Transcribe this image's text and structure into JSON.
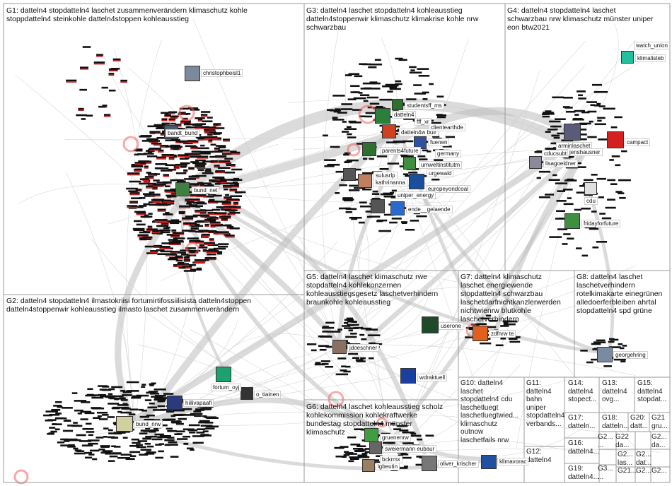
{
  "groups": [
    {
      "id": "G1",
      "label": "G1: datteln4 stopdatteln4 laschet zusammenverändern klimaschutz kohle\nstoppdatteln4 steinkohle datteln4stoppen kohleausstieg"
    },
    {
      "id": "G2",
      "label": "G2: datteln4 stopdatteln4 ilmastokriisi fortumirtifossiilisista datteln4stoppen\ndatteln4stoppenwir kohleausstieg ilmasto laschet zusammenverändern"
    },
    {
      "id": "G3",
      "label": "G3: datteln4 laschet stopdatteln4 kohleausstieg\ndatteln4stoppenwir klimaschutz klimakrise kohle nrw\nschwarzbau"
    },
    {
      "id": "G4",
      "label": "G4: datteln4 stopdatteln4 laschet\nschwarzbau nrw klimaschutz münster uniper\neon btw2021"
    },
    {
      "id": "G5",
      "label": "G5: datteln4 laschet klimaschutz rwe\nstopdatteln4 kohlekonzernen\nkohleausstiegsgesetz laschetverhindern\nbraunkohle kohleausstieg"
    },
    {
      "id": "G6",
      "label": "G6: datteln4 laschet kohleausstieg scholz\nkohlekommission kohlekraftwerke\nbundestag stopdatteln4 münster\nklimaschutz"
    },
    {
      "id": "G7",
      "label": "G7: datteln4 klimaschutz\nlaschet energiewende\nstopdatteln4 schwarzbau\nlaschetdarfnichtkanzlerwerden\nnichtwienrw blutkohle\nlaschetverhindern"
    },
    {
      "id": "G8",
      "label": "G8: datteln4 laschet\nlaschetverhindern\nrotelkimakarte einegrünen\nalledoerferbleiben ahrtal\nstopdatteln4 spd grüne"
    },
    {
      "id": "G10",
      "label": "G10: datteln4\nlaschet\nstopdatteln4 cdu\nlaschetluegt\nlaschetluegtwied...\nklimaschutz\noutnow\nlaschetfails nrw"
    },
    {
      "id": "G11",
      "label": "G11:\ndatteln4\nbahn\nuniper\nstopdatteln4\nverbands..."
    },
    {
      "id": "G12",
      "label": "G12:\ndatteln4"
    },
    {
      "id": "G13",
      "label": "G13:\ndatteln4\novg..."
    },
    {
      "id": "G14",
      "label": "G14:\ndatteln4\nstopect..."
    },
    {
      "id": "G15",
      "label": "G15:\ndatteln4\nstopdat..."
    },
    {
      "id": "G16",
      "label": "G16:\ndatteln4..."
    },
    {
      "id": "G17",
      "label": "G17:\ndatteln..."
    },
    {
      "id": "G18",
      "label": "G18:\ndatteln..."
    },
    {
      "id": "G19",
      "label": "G19:\ndatteln4..."
    },
    {
      "id": "G20",
      "label": "G20:\ndatt..."
    },
    {
      "id": "G21",
      "label": "G21\ngru..."
    },
    {
      "id": "G22",
      "label": "G2...\n..."
    },
    {
      "id": "G23",
      "label": "G2...\nlas..."
    },
    {
      "id": "G24",
      "label": "G2...\ndat..."
    },
    {
      "id": "G25",
      "label": "G22\nda..."
    },
    {
      "id": "G26",
      "label": "G2...\nda..."
    },
    {
      "id": "G27",
      "label": "G3...\n..."
    },
    {
      "id": "G28",
      "label": "G21..."
    },
    {
      "id": "G29",
      "label": "G2..."
    },
    {
      "id": "G30",
      "label": "G2..."
    }
  ],
  "nodes": [
    {
      "label": "christophbeisl1",
      "color": "#7a8a9a"
    },
    {
      "label": "bandt_bund",
      "color": "#4a5a6a"
    },
    {
      "label": "bund_net",
      "color": "#3f7f3f"
    },
    {
      "label": "studentsff_ms",
      "color": "#2f6f2f"
    },
    {
      "label": "datteln4",
      "color": "#2a7f3a"
    },
    {
      "label": "datteln4w buir",
      "color": "#d04020"
    },
    {
      "label": "fff_xr",
      "color": "#666666"
    },
    {
      "label": "clientearthde",
      "color": "#b8c0b0"
    },
    {
      "label": "fuenen",
      "color": "#3050a0"
    },
    {
      "label": "parents4future",
      "color": "#2f6f2f"
    },
    {
      "label": "germany",
      "color": "#777777"
    },
    {
      "label": "umweltinstitutm",
      "color": "#3f8f3f"
    },
    {
      "label": "kathrinanna",
      "color": "#c08060"
    },
    {
      "label": "sulusrlp",
      "color": "#555555"
    },
    {
      "label": "urgewald",
      "color": "#888888"
    },
    {
      "label": "europeyondcoal",
      "color": "#555555"
    },
    {
      "label": "uniper_energy",
      "color": "#1a4fa0"
    },
    {
      "label": "ende__gelaende",
      "color": "#2a6acf"
    },
    {
      "label": "watch_union",
      "color": "#444444"
    },
    {
      "label": "klimalisteb",
      "color": "#20c0a0"
    },
    {
      "label": "arminlaschet",
      "color": "#5a5a7a"
    },
    {
      "label": "cducsubt",
      "color": "#3a3a5a"
    },
    {
      "label": "jenshausner",
      "color": "#8a7a6a"
    },
    {
      "label": "campact",
      "color": "#d42020"
    },
    {
      "label": "lisagoeldner",
      "color": "#8a8a9a"
    },
    {
      "label": "cdu",
      "color": "#e0e0e0"
    },
    {
      "label": "fridayforfuture",
      "color": "#3f8f3f"
    },
    {
      "label": "jdoeschner",
      "color": "#8a7060"
    },
    {
      "label": "wdraktuell",
      "color": "#1a3fa0"
    },
    {
      "label": "userone",
      "color": "#1f4a2a"
    },
    {
      "label": "zdfnrw te",
      "color": "#e06020"
    },
    {
      "label": "georgehring",
      "color": "#7a8aa0"
    },
    {
      "label": "fortum_oyj",
      "color": "#1ea070"
    },
    {
      "label": "o_tiainen",
      "color": "#333333"
    },
    {
      "label": "hiilivapaafi",
      "color": "#2a3a7a"
    },
    {
      "label": "bund_nrw",
      "color": "#d0d0a0"
    },
    {
      "label": "gruenenrw",
      "color": "#3f9f3f"
    },
    {
      "label": "sweiermann eubaur",
      "color": "#666666"
    },
    {
      "label": "bckrmx",
      "color": "#444444"
    },
    {
      "label": "lgbeutin",
      "color": "#9a8060"
    },
    {
      "label": "oliver_krischer",
      "color": "#777777"
    },
    {
      "label": "klimavorac",
      "color": "#2050a0"
    }
  ],
  "hubs": [
    {
      "label": "sweiermann eubaur"
    },
    {
      "label": "studentsff_ms"
    }
  ]
}
